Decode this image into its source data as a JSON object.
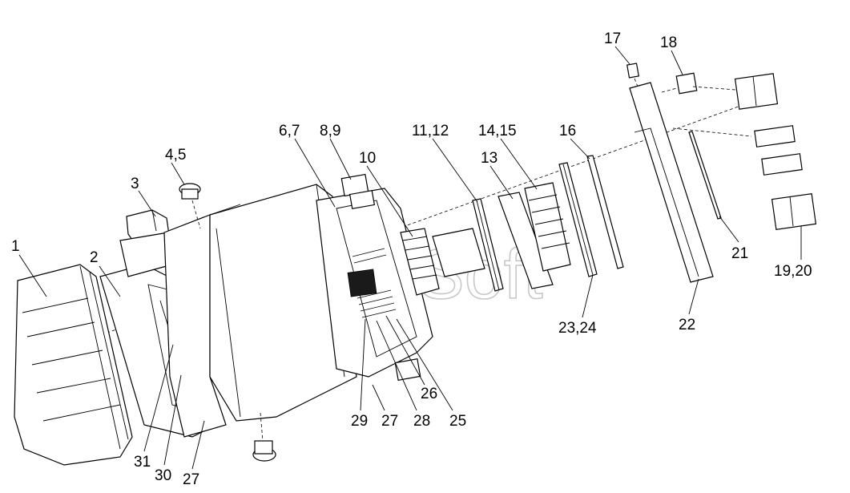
{
  "watermark": "AutoSoft",
  "callouts": [
    {
      "id": "c1",
      "text": "1"
    },
    {
      "id": "c2",
      "text": "2"
    },
    {
      "id": "c3",
      "text": "3"
    },
    {
      "id": "c4",
      "text": "4,5"
    },
    {
      "id": "c6",
      "text": "6,7"
    },
    {
      "id": "c8",
      "text": "8,9"
    },
    {
      "id": "c10",
      "text": "10"
    },
    {
      "id": "c11",
      "text": "11,12"
    },
    {
      "id": "c13",
      "text": "13"
    },
    {
      "id": "c14",
      "text": "14,15"
    },
    {
      "id": "c16",
      "text": "16"
    },
    {
      "id": "c17",
      "text": "17"
    },
    {
      "id": "c18",
      "text": "18"
    },
    {
      "id": "c19",
      "text": "19,20"
    },
    {
      "id": "c21",
      "text": "21"
    },
    {
      "id": "c22",
      "text": "22"
    },
    {
      "id": "c23",
      "text": "23,24"
    },
    {
      "id": "c25",
      "text": "25"
    },
    {
      "id": "c26",
      "text": "26"
    },
    {
      "id": "c27a",
      "text": "27"
    },
    {
      "id": "c27b",
      "text": "27"
    },
    {
      "id": "c28",
      "text": "28"
    },
    {
      "id": "c29",
      "text": "29"
    },
    {
      "id": "c30",
      "text": "30"
    },
    {
      "id": "c31",
      "text": "31"
    }
  ]
}
